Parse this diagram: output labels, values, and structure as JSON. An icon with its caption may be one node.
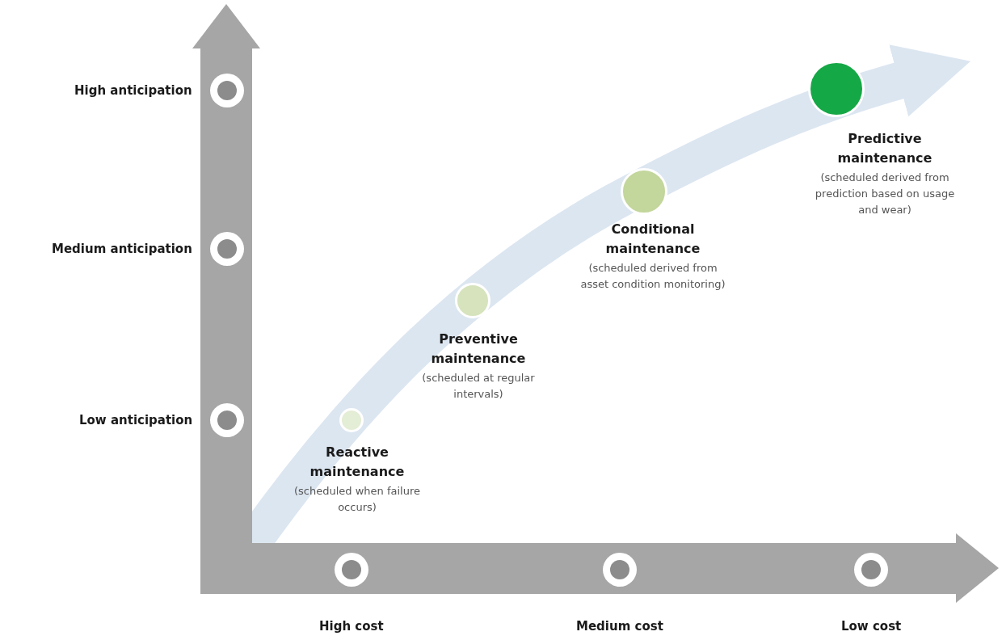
{
  "diagram": {
    "nodes": [
      {
        "text": [
          "Reactive maintenance",
          "(scheduled when failure occurs)"
        ]
      },
      {
        "text": [
          "Preventive maintenance",
          "(scheduled at regular intervals)"
        ]
      },
      {
        "text": [
          "Conditional maintenance",
          "(scheduled derived from asset condition monitoring)"
        ]
      },
      {
        "text": [
          "Predictive maintenance",
          "(scheduled derived from prediction based on usage and wear)"
        ]
      }
    ],
    "labels": [
      "High anticipation",
      "Medium anticipation",
      "Low anticipation",
      "High cost",
      "Medium cost",
      "Low cost"
    ]
  }
}
